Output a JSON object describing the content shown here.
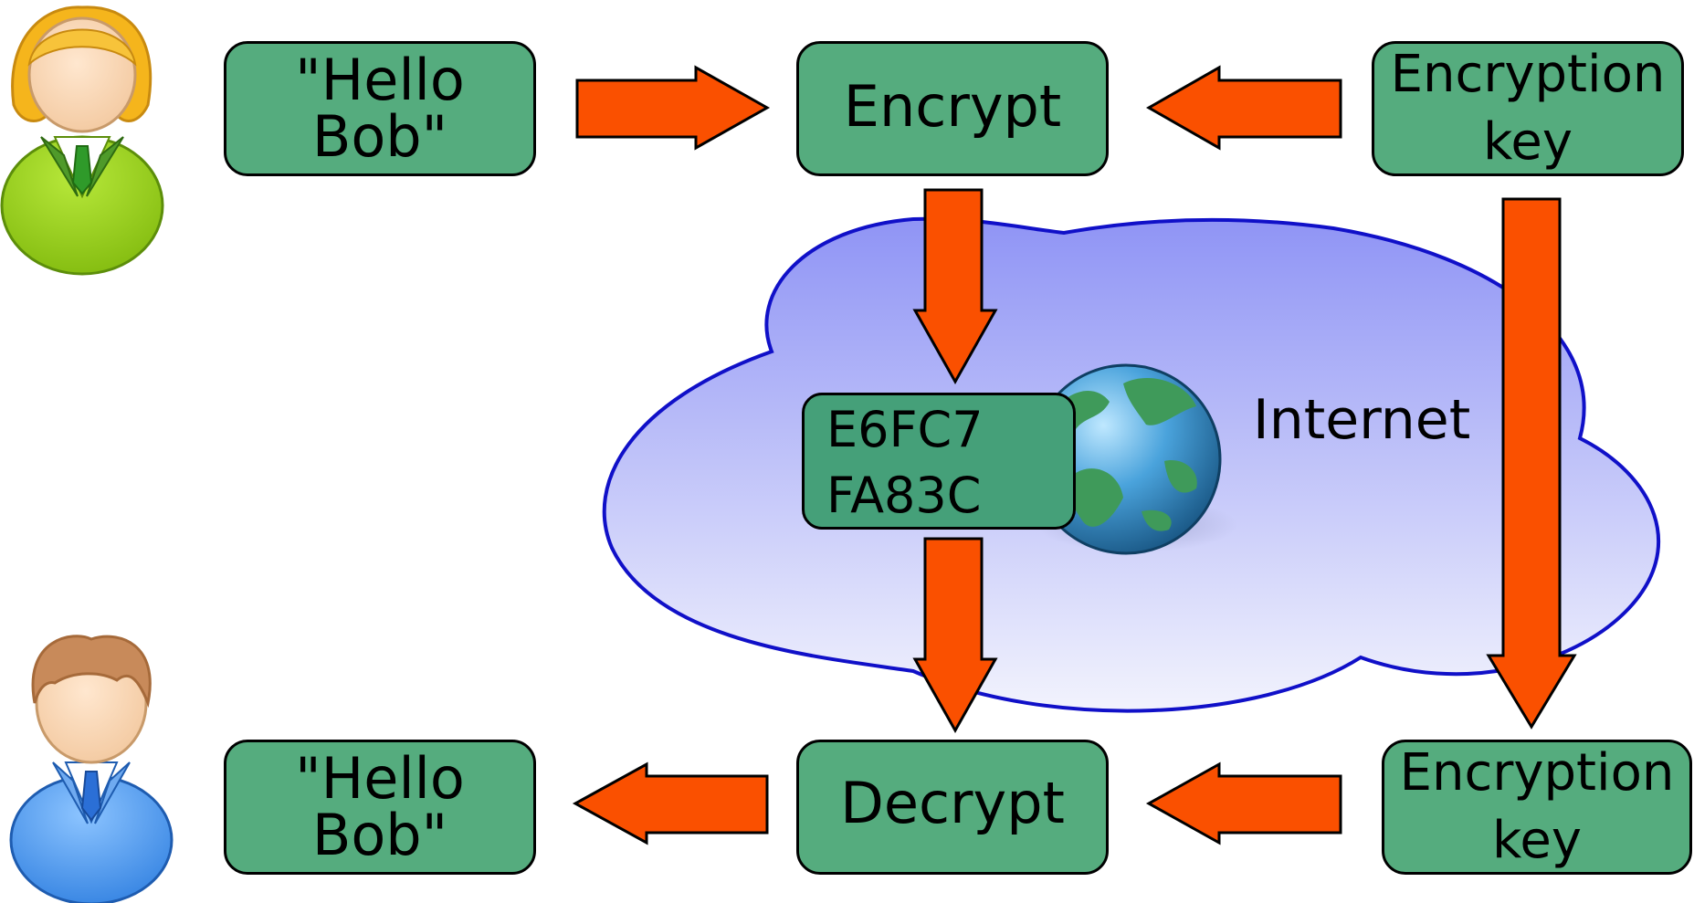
{
  "diagram": {
    "sender_message": "\"Hello Bob\"",
    "encrypt_label": "Encrypt",
    "encryption_key_top": [
      "Encryption",
      "key"
    ],
    "ciphertext": [
      "E6FC7",
      "FA83C"
    ],
    "internet_label": "Internet",
    "decrypt_label": "Decrypt",
    "encryption_key_bottom": [
      "Encryption",
      "key"
    ],
    "receiver_message": "\"Hello Bob\""
  },
  "colors": {
    "box_fill": "#55ac7e",
    "cipher_fill": "#45a079",
    "arrow_fill": "#fa5000",
    "cloud_stroke": "#1010c8",
    "cloud_fill_top": "#8f94f5",
    "cloud_fill_bottom": "#f2f3fd"
  },
  "icons": {
    "sender": "user-woman-icon",
    "receiver": "user-man-icon",
    "internet": "globe-icon"
  }
}
